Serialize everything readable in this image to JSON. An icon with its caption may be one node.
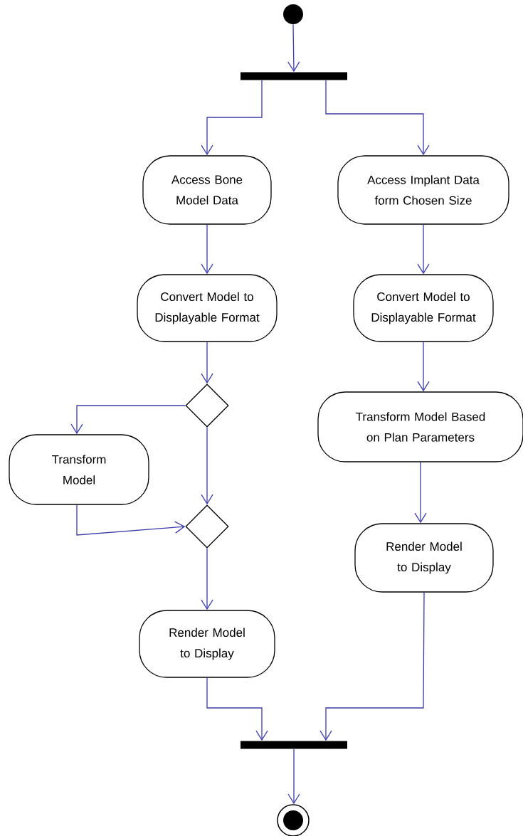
{
  "diagram": {
    "nodes": [
      {
        "text": [],
        "shape": "circle"
      },
      {
        "text": [],
        "shape": "bar"
      },
      {
        "text": [
          "Access Bone Model Data"
        ]
      },
      {
        "text": [
          "Access Implant Data form Chosen Size"
        ]
      },
      {
        "text": [
          "Convert Model to Displayable Format"
        ]
      },
      {
        "text": [
          "Convert Model to Displayable Format"
        ]
      },
      {
        "text": [],
        "shape": "diamond"
      },
      {
        "text": [
          "Transform Model"
        ]
      },
      {
        "text": [
          "Transform Model Based on Plan Parameters"
        ]
      },
      {
        "text": [],
        "shape": "diamond"
      },
      {
        "text": [
          "Render Model to Display"
        ]
      },
      {
        "text": [
          "Render Model to Display"
        ]
      },
      {
        "text": [],
        "shape": "bar"
      },
      {
        "text": [],
        "shape": "circle"
      }
    ],
    "edges": [
      {
        "from": 0,
        "to": 1,
        "arrow": "to"
      },
      {
        "from": 1,
        "to": 2,
        "arrow": "to"
      },
      {
        "from": 1,
        "to": 3,
        "arrow": "to"
      },
      {
        "from": 2,
        "to": 4,
        "arrow": "to"
      },
      {
        "from": 3,
        "to": 5,
        "arrow": "to"
      },
      {
        "from": 4,
        "to": 6,
        "arrow": "to"
      },
      {
        "from": 5,
        "to": 8,
        "arrow": "to"
      },
      {
        "from": 6,
        "to": 7,
        "arrow": "to"
      },
      {
        "from": 6,
        "to": 9,
        "arrow": "to"
      },
      {
        "from": 7,
        "to": 9,
        "arrow": "to"
      },
      {
        "from": 9,
        "to": 11,
        "arrow": "to"
      },
      {
        "from": 8,
        "to": 10,
        "arrow": "to"
      },
      {
        "from": 10,
        "to": 12,
        "arrow": "to"
      },
      {
        "from": 11,
        "to": 12,
        "arrow": "to"
      },
      {
        "from": 12,
        "to": 13,
        "arrow": "to"
      }
    ]
  }
}
